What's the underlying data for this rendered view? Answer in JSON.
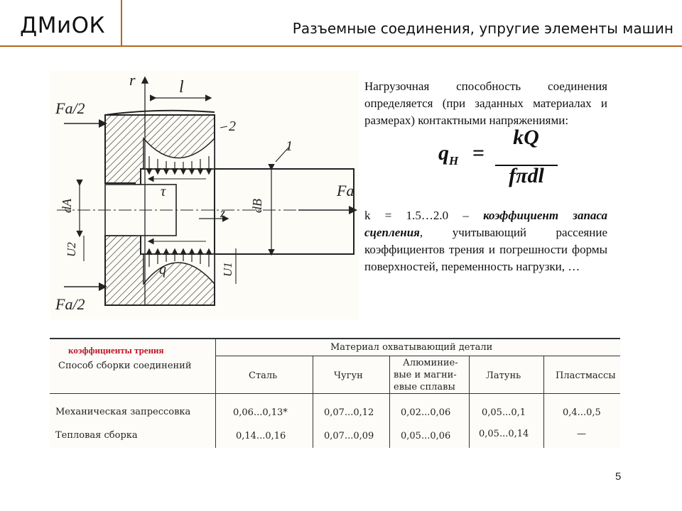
{
  "header": {
    "logo": "ДМиОК",
    "title": "Разъемные соединения, упругие элементы машин"
  },
  "drawing": {
    "label_r": "r",
    "label_l": "l",
    "label_fa_top": "Fa/2",
    "label_fa_bottom": "Fa/2",
    "label_fa_right": "Fa",
    "label_2": "2",
    "label_1": "1",
    "label_tau": "τ",
    "label_z": "z",
    "label_q": "q",
    "label_da": "dA",
    "label_db": "dB",
    "label_u2": "U2",
    "label_u1": "U1"
  },
  "text": {
    "paragraph": "Нагрузочная способность соединения определяется (при заданных материалах и размерах) контактными напряжениями:",
    "formula_lhs": "q",
    "formula_lhs_sub": "H",
    "formula_eq": "=",
    "formula_num": "kQ",
    "formula_den": "fπdl",
    "coef_prefix": "k = 1.5…2.0 –",
    "coef_bold": "коэффициент запаса сцепления",
    "coef_rest": ", учитывающий рассеяние коэффициентов трения и погрешности формы поверхностей, переменность нагрузки, …"
  },
  "table": {
    "red_title": "коэффициенты трения",
    "method_header": "Способ сборки соединений",
    "material_header": "Материал охватывающий детали",
    "columns": [
      "Сталь",
      "Чугун",
      "Алюминие-",
      "вые и магни-",
      "евые сплавы",
      "Латунь",
      "Пластмассы"
    ],
    "rows": [
      {
        "method": "Механическая запрессовка",
        "values": [
          "0,06...0,13*",
          "0,07...0,12",
          "0,02...0,06",
          "0,05...0,1",
          "0,4...0,5"
        ]
      },
      {
        "method": "Тепловая сборка",
        "values": [
          "0,14...0,16",
          "0,07...0,09",
          "0,05...0,06",
          "0,05...0,14",
          "—"
        ]
      }
    ]
  },
  "page_number": "5"
}
